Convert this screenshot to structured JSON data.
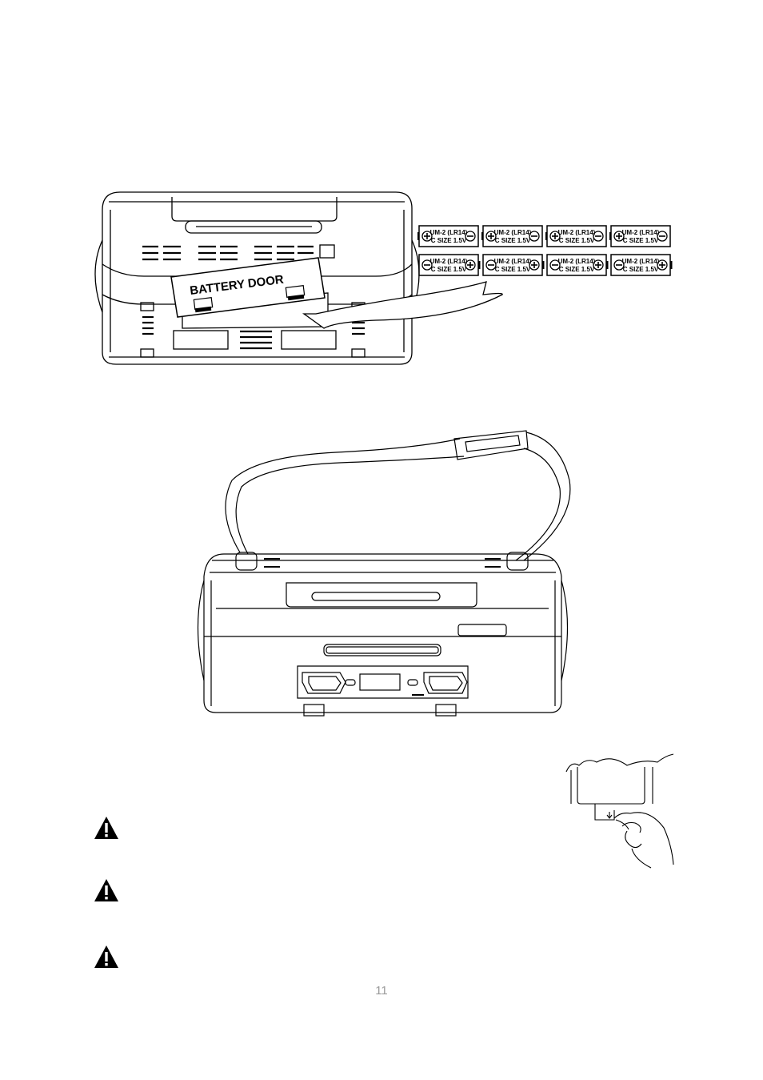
{
  "figure1": {
    "door_label": "BATTERY DOOR",
    "battery_model": "UM-2 (LR14)",
    "battery_size": "C SIZE 1.5V",
    "battery_rows": [
      [
        "plus-left",
        "plus-left",
        "plus-left",
        "plus-left"
      ],
      [
        "plus-right",
        "plus-right",
        "plus-right",
        "plus-right"
      ]
    ]
  },
  "warnings": [
    {
      "icon": "warning-triangle-icon"
    },
    {
      "icon": "warning-triangle-icon"
    },
    {
      "icon": "warning-triangle-icon"
    }
  ],
  "page_number": "11"
}
